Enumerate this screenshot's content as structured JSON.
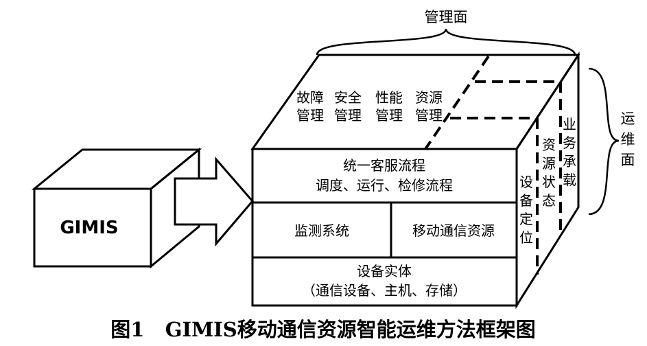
{
  "source_box": {
    "label": "GIMIS"
  },
  "top_face": {
    "brace_label": "管理面",
    "items": [
      {
        "line1": "故障",
        "line2": "管理"
      },
      {
        "line1": "安全",
        "line2": "管理"
      },
      {
        "line1": "性能",
        "line2": "管理"
      },
      {
        "line1": "资源",
        "line2": "管理"
      }
    ]
  },
  "front_face": {
    "process_title": "统一客服流程",
    "process_sub": "调度、运行、检修流程",
    "monitor": "监测系统",
    "mobile_resource": "移动通信资源",
    "entity_title": "设备实体",
    "entity_sub": "（通信设备、主机、存储）"
  },
  "side_face": {
    "brace_label": [
      "运",
      "维",
      "面"
    ],
    "col1": [
      "设",
      "备",
      "定",
      "位"
    ],
    "col2": [
      "资",
      "源",
      "状",
      "态"
    ],
    "col3": [
      "业",
      "务",
      "承",
      "载"
    ]
  },
  "caption": "图1   GIMIS移动通信资源智能运维方法框架图"
}
